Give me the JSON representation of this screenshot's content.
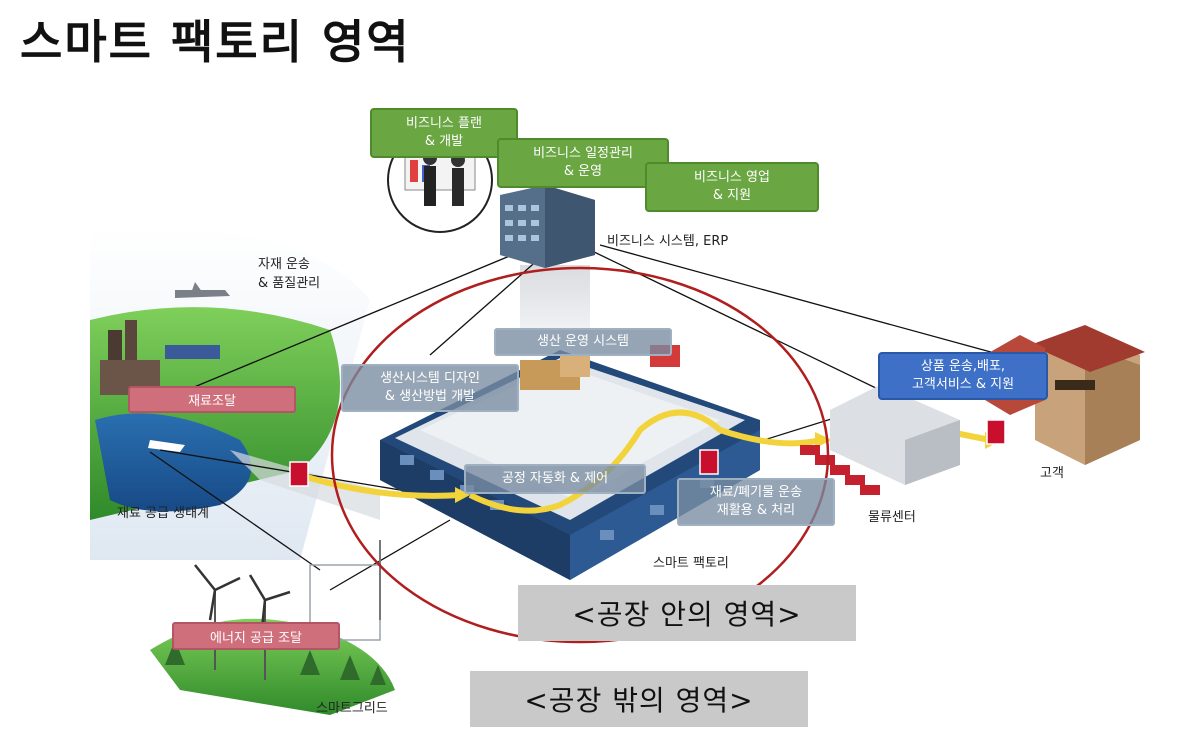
{
  "title": "스마트 팩토리 영역",
  "business": {
    "plan": "비즈니스 플랜\n& 개발",
    "schedule": "비즈니스 일정관리\n& 운영",
    "sales": "비즈니스 영업\n& 지원",
    "system": "비즈니스 시스템, ERP"
  },
  "outside": {
    "material_transport": "자재 운송\n& 품질관리",
    "procurement": "재료조달",
    "supply_ecosystem": "재료 공급 생태계",
    "energy": "에너지 공급 조달",
    "smart_grid": "스마트그리드"
  },
  "factory": {
    "ops_system": "생산 운영 시스템",
    "design": "생산시스템 디자인\n& 생산방법 개발",
    "automation": "공정 자동화 & 제어",
    "waste": "재료/폐기물 운송\n재활용 & 처리",
    "label": "스마트 팩토리"
  },
  "logistics": {
    "shipping": "상품 운송,배포,\n고객서비스 & 지원",
    "center": "물류센터",
    "customer": "고객"
  },
  "callouts": {
    "inside": "<공장 안의 영역>",
    "outside": "<공장 밖의 영역>"
  },
  "colors": {
    "green": "#6aa642",
    "red_box": "#cf6f7c",
    "blue_box": "#3d70c6",
    "ellipse": "#b01e1e",
    "arrow": "#f2d33c"
  }
}
